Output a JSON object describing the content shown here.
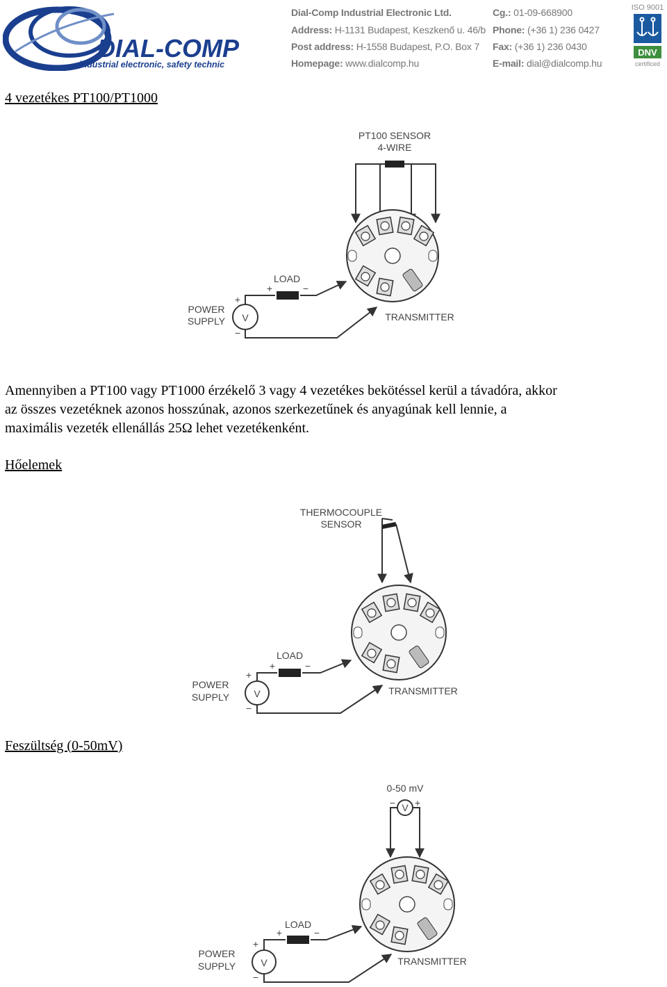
{
  "company": {
    "logo_text": "DIAL-COMP",
    "logo_tagline": "industrial electronic, safety technic",
    "name": "Dial-Comp Industrial Electronic Ltd.",
    "address_label": "Address:",
    "address": "H-1131 Budapest, Keszkenő u. 46/b",
    "post_label": "Post address:",
    "post": "H-1558 Budapest, P.O. Box 7",
    "homepage_label": "Homepage:",
    "homepage": "www.dialcomp.hu",
    "cg_label": "Cg.:",
    "cg": "01-09-668900",
    "phone_label": "Phone:",
    "phone": "(+36 1) 236 0427",
    "fax_label": "Fax:",
    "fax": "(+36 1) 236 0430",
    "email_label": "E-mail:",
    "email": "dial@dialcomp.hu",
    "cert_top": "ISO 9001",
    "cert_mark": "DNV",
    "cert_bottom": "certificed"
  },
  "section1": {
    "heading": "4 vezetékes PT100/PT1000",
    "diagram": {
      "sensor_line1": "PT100 SENSOR",
      "sensor_line2": "4-WIRE",
      "load": "LOAD",
      "power_line1": "POWER",
      "power_line2": "SUPPLY",
      "meter": "V",
      "transmitter": "TRANSMITTER",
      "plus": "+",
      "minus": "−"
    }
  },
  "paragraph": {
    "line1": "Amennyiben a PT100 vagy PT1000 érzékelő 3 vagy 4 vezetékes bekötéssel kerül a távadóra, akkor",
    "line2": "az összes vezetéknek azonos hosszúnak, azonos szerkezetűnek és anyagúnak kell lennie, a",
    "line3": "maximális vezeték ellenállás 25Ω lehet vezetékenként."
  },
  "section2": {
    "heading": "Hőelemek",
    "diagram": {
      "sensor_line1": "THERMOCOUPLE",
      "sensor_line2": "SENSOR",
      "load": "LOAD",
      "power_line1": "POWER",
      "power_line2": "SUPPLY",
      "meter": "V",
      "transmitter": "TRANSMITTER",
      "plus": "+",
      "minus": "−"
    }
  },
  "section3": {
    "heading": "Feszültség (0-50mV)",
    "diagram": {
      "source_label": "0-50 mV",
      "source_meter": "V",
      "load": "LOAD",
      "power_line1": "POWER",
      "power_line2": "SUPPLY",
      "meter": "V",
      "transmitter": "TRANSMITTER",
      "plus": "+",
      "minus": "−"
    }
  }
}
